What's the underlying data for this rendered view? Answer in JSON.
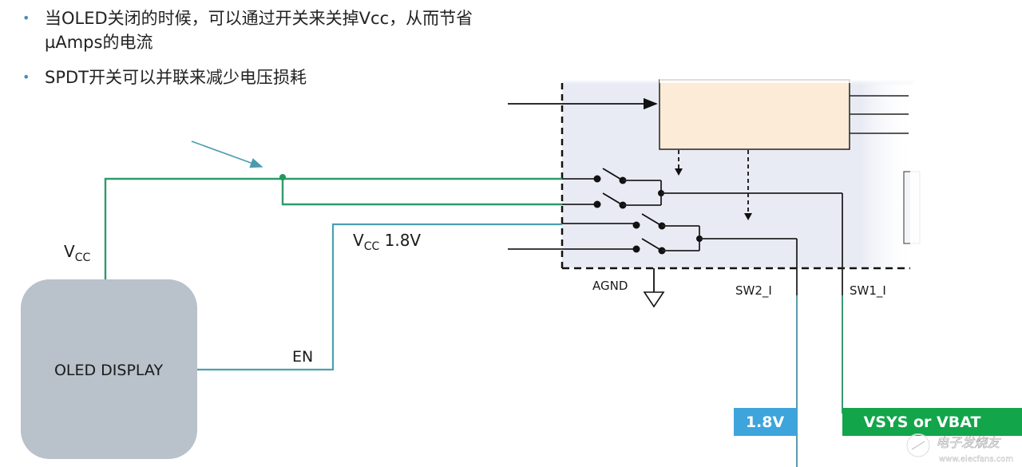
{
  "bullets": [
    {
      "line1": "当OLED关闭的时候，可以通过开关来关掉Vcc，从而节省",
      "line2": "µAmps的电流"
    },
    {
      "line1": "SPDT开关可以并联来减少电压损耗",
      "line2": ""
    }
  ],
  "labels": {
    "vcc_main": "V",
    "vcc_sub": "CC",
    "vcc18_main": "V",
    "vcc18_sub": "CC",
    "vcc18_value": " 1.8V",
    "en": "EN",
    "oled": "OLED DISPLAY",
    "agnd": "AGND",
    "sw2": "SW2_I",
    "sw1": "SW1_I",
    "rail_18v": "1.8V",
    "rail_vsys": "VSYS or VBAT"
  },
  "watermark": {
    "brand": "电子发烧友",
    "url": "www.elecfans.com"
  },
  "colors": {
    "green_wire": "#2e9a6a",
    "teal_wire": "#4aa0b0",
    "oled_box": "#b9c1ca",
    "ic_region": "#e9ebf4",
    "block_fill": "#fcebd6",
    "rail_18v": "#3ea4dc",
    "rail_vsys": "#12a54a"
  }
}
